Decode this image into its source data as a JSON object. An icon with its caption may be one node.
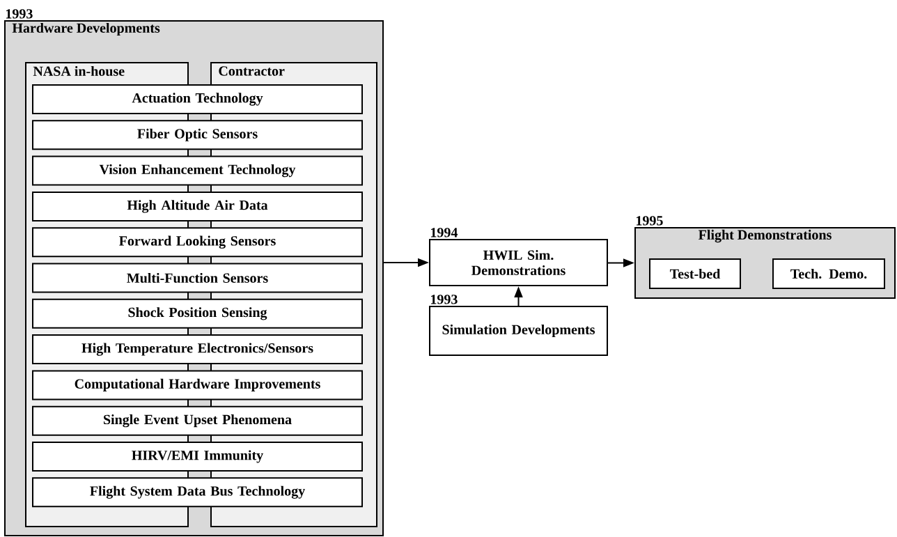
{
  "diagram": {
    "nodes": [
      {
        "text": [
          "Hardware Developments"
        ],
        "beside": [
          "1993"
        ]
      },
      {
        "text": [
          "NASA in-house"
        ],
        "in": 0
      },
      {
        "text": [
          "Contractor"
        ],
        "in": 0
      },
      {
        "text": [
          "Actuation Technology"
        ],
        "in": 0
      },
      {
        "text": [
          "Fiber Optic Sensors"
        ],
        "in": 0
      },
      {
        "text": [
          "Vision Enhancement Technology"
        ],
        "in": 0
      },
      {
        "text": [
          "High Altitude Air Data"
        ],
        "in": 0
      },
      {
        "text": [
          "Forward Looking Sensors"
        ],
        "in": 0
      },
      {
        "text": [
          "Multi-Function Sensors"
        ],
        "in": 0
      },
      {
        "text": [
          "Shock Position Sensing"
        ],
        "in": 0
      },
      {
        "text": [
          "High Temperature Electronics/Sensors"
        ],
        "in": 0
      },
      {
        "text": [
          "Computational Hardware Improvements"
        ],
        "in": 0
      },
      {
        "text": [
          "Single Event Upset Phenomena"
        ],
        "in": 0
      },
      {
        "text": [
          "HIRV/EMI Immunity"
        ],
        "in": 0
      },
      {
        "text": [
          "Flight System Data Bus Technology"
        ],
        "in": 0
      },
      {
        "text": [
          "HWIL Sim. Demonstrations"
        ],
        "beside": [
          "1994"
        ]
      },
      {
        "text": [
          "Simulation Developments"
        ],
        "beside": [
          "1993"
        ]
      },
      {
        "text": [
          "Flight Demonstrations"
        ],
        "beside": [
          "1995"
        ]
      },
      {
        "text": [
          "Test-bed"
        ],
        "in": 17
      },
      {
        "text": [
          "Tech. Demo."
        ],
        "in": 17
      }
    ],
    "edges": [
      {
        "from": 0,
        "to": 15,
        "arrow": "to"
      },
      {
        "from": 16,
        "to": 15,
        "arrow": "to"
      },
      {
        "from": 15,
        "to": 17,
        "arrow": "to"
      }
    ]
  }
}
